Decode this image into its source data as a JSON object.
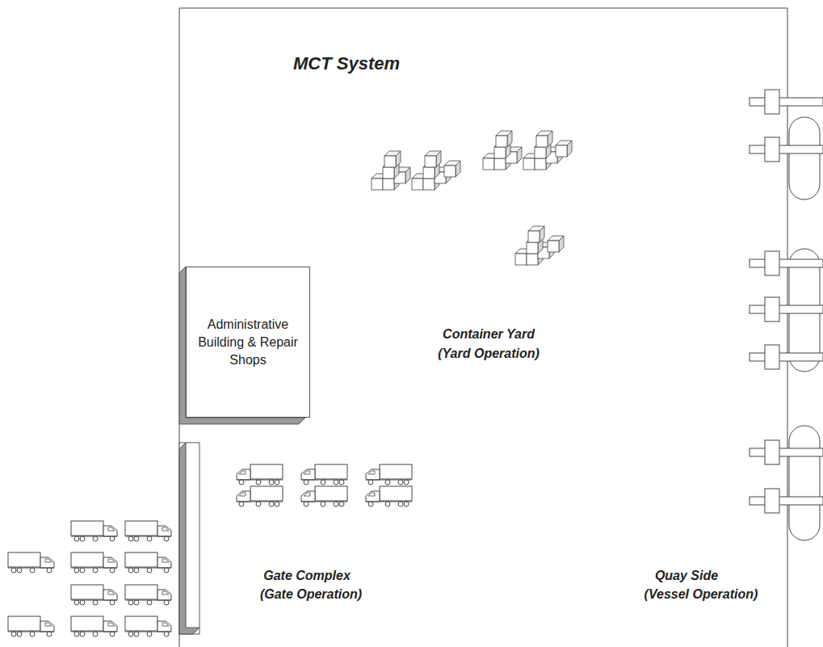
{
  "diagram": {
    "title": "MCT System",
    "nodes": [
      {
        "text": [
          "Administrative Building & Repair Shops"
        ]
      }
    ],
    "labels": [
      "Container Yard",
      "(Yard Operation)",
      "Gate Complex",
      "(Gate Operation)",
      "Quay Side",
      "(Vessel Operation)"
    ]
  }
}
